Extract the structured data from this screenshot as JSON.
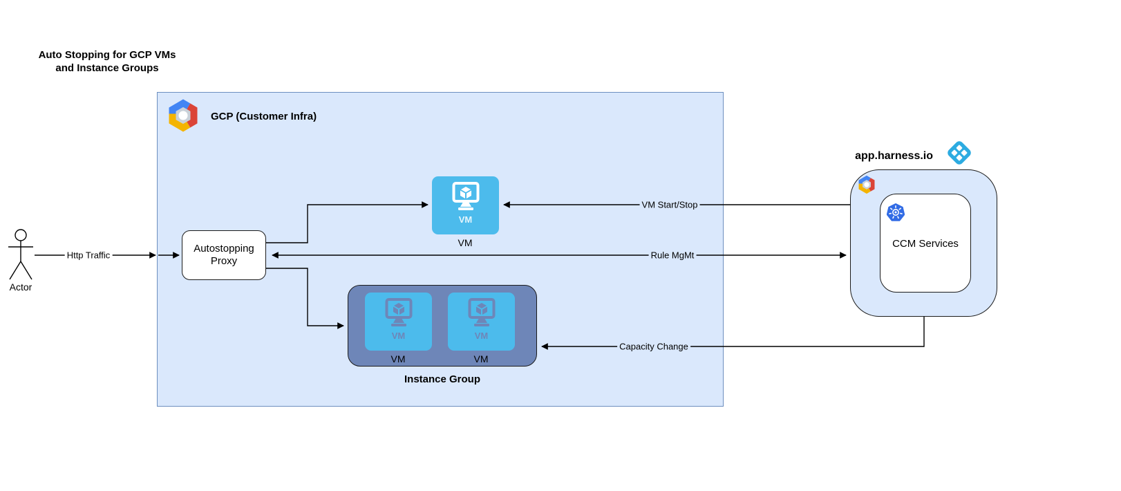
{
  "title": {
    "line1": "Auto Stopping for GCP VMs",
    "line2": "and Instance Groups"
  },
  "actor": {
    "label": "Actor"
  },
  "gcp_container": {
    "label": "GCP (Customer Infra)",
    "logo": "gcp-hexagon-logo"
  },
  "proxy": {
    "label": "Autostopping Proxy"
  },
  "vm_node": {
    "icon_label": "VM",
    "label": "VM",
    "icon": "vm-monitor-icon"
  },
  "instance_group": {
    "label": "Instance Group",
    "vm1": {
      "icon_label": "VM",
      "label": "VM"
    },
    "vm2": {
      "icon_label": "VM",
      "label": "VM"
    }
  },
  "harness": {
    "domain_label": "app.harness.io",
    "logo": "harness-logo",
    "gcp_logo": "gcp-hexagon-logo",
    "ccm": {
      "label": "CCM Services",
      "icon": "kubernetes-icon"
    }
  },
  "edges": {
    "http_traffic": {
      "label": "Http Traffic",
      "from": "actor",
      "to": "proxy"
    },
    "vm_start_stop": {
      "label": "VM Start/Stop",
      "from": "harness",
      "to": "vm"
    },
    "rule_mgmt": {
      "label": "Rule MgMt",
      "from": "proxy",
      "to": "harness",
      "bidirectional": true
    },
    "capacity_change": {
      "label": "Capacity Change",
      "from": "harness",
      "to": "instance_group"
    }
  },
  "colors": {
    "container_fill": "#dae8fc",
    "container_stroke": "#6c8ebf",
    "vm_blue": "#4cbbec",
    "group_slate": "#6e86b8",
    "harness_blue": "#2cabe1",
    "k8s_blue": "#326ce5",
    "gcp_logo_blue": "#4285f4",
    "gcp_logo_red": "#db4437",
    "gcp_logo_yellow": "#f4b400",
    "line": "#000000"
  }
}
